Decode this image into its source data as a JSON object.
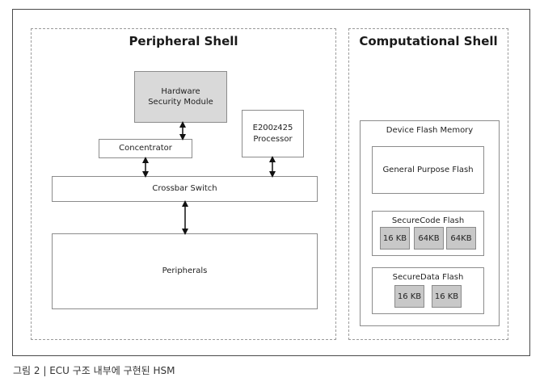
{
  "diagram": {
    "peripheral_shell": {
      "title": "Peripheral Shell",
      "hsm": "Hardware Security Module",
      "processor": "E200z425 Processor",
      "concentrator": "Concentrator",
      "crossbar": "Crossbar Switch",
      "peripherals": "Peripherals"
    },
    "computational_shell": {
      "title": "Computational Shell",
      "device_flash": "Device Flash Memory",
      "general_flash": "General Purpose Flash",
      "secure_code": {
        "label": "SecureCode Flash",
        "blocks": [
          "16 KB",
          "64KB",
          "64KB"
        ]
      },
      "secure_data": {
        "label": "SecureData Flash",
        "blocks": [
          "16 KB",
          "16 KB"
        ]
      }
    }
  },
  "caption": "그림 2 | ECU 구조 내부에 구현된 HSM"
}
